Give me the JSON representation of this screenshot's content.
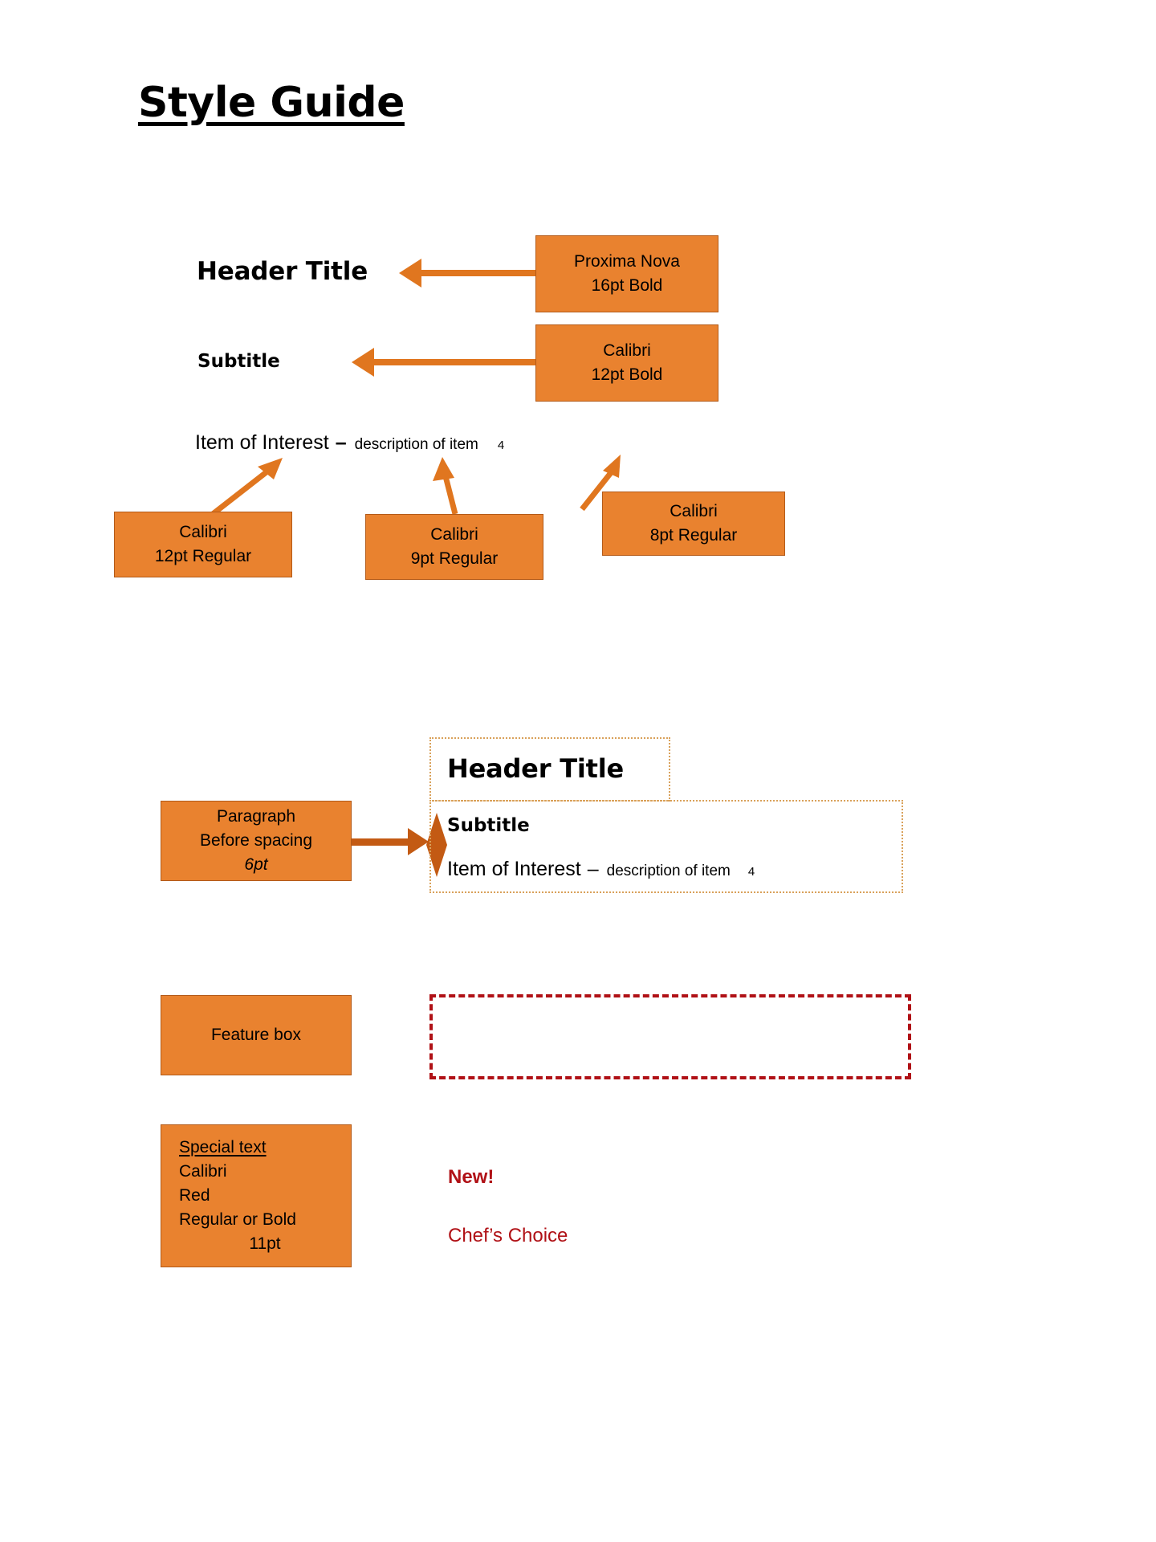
{
  "document": {
    "title": "Style Guide"
  },
  "colors": {
    "orange_fill": "#E9822F",
    "orange_border": "#B35A18",
    "arrow_orange": "#E0761F",
    "dotted_border": "#D9A15A",
    "red": "#B01116"
  },
  "section_typography": {
    "samples": {
      "header_title": "Header Title",
      "subtitle": "Subtitle",
      "item_label": "Item of Interest",
      "item_dash": "–",
      "item_description": "description of item",
      "item_footnote": "4"
    },
    "callouts": [
      {
        "name": "header-title-spec",
        "line1": "Proxima Nova",
        "line2": "16pt Bold"
      },
      {
        "name": "subtitle-spec",
        "line1": "Calibri",
        "line2": "12pt Bold"
      },
      {
        "name": "item-label-spec",
        "line1": "Calibri",
        "line2": "12pt Regular"
      },
      {
        "name": "item-description-spec",
        "line1": "Calibri",
        "line2": "9pt Regular"
      },
      {
        "name": "item-footnote-spec",
        "line1": "Calibri",
        "line2": "8pt Regular"
      }
    ]
  },
  "section_spacing": {
    "callout": {
      "line1": "Paragraph",
      "line2": "Before spacing",
      "line3": "6pt"
    },
    "demo": {
      "header_title": "Header Title",
      "subtitle": "Subtitle",
      "item_label": "Item of Interest",
      "item_dash": "–",
      "item_description": "description of item",
      "item_footnote": "4"
    }
  },
  "section_feature_box": {
    "callout": {
      "label": "Feature box"
    }
  },
  "section_special_text": {
    "callout": {
      "line1": "Special text",
      "line2": "Calibri",
      "line3": "Red",
      "line4": "Regular or Bold",
      "line5": "11pt"
    },
    "samples": {
      "bold_example": "New!",
      "regular_example": "Chef’s Choice"
    }
  }
}
